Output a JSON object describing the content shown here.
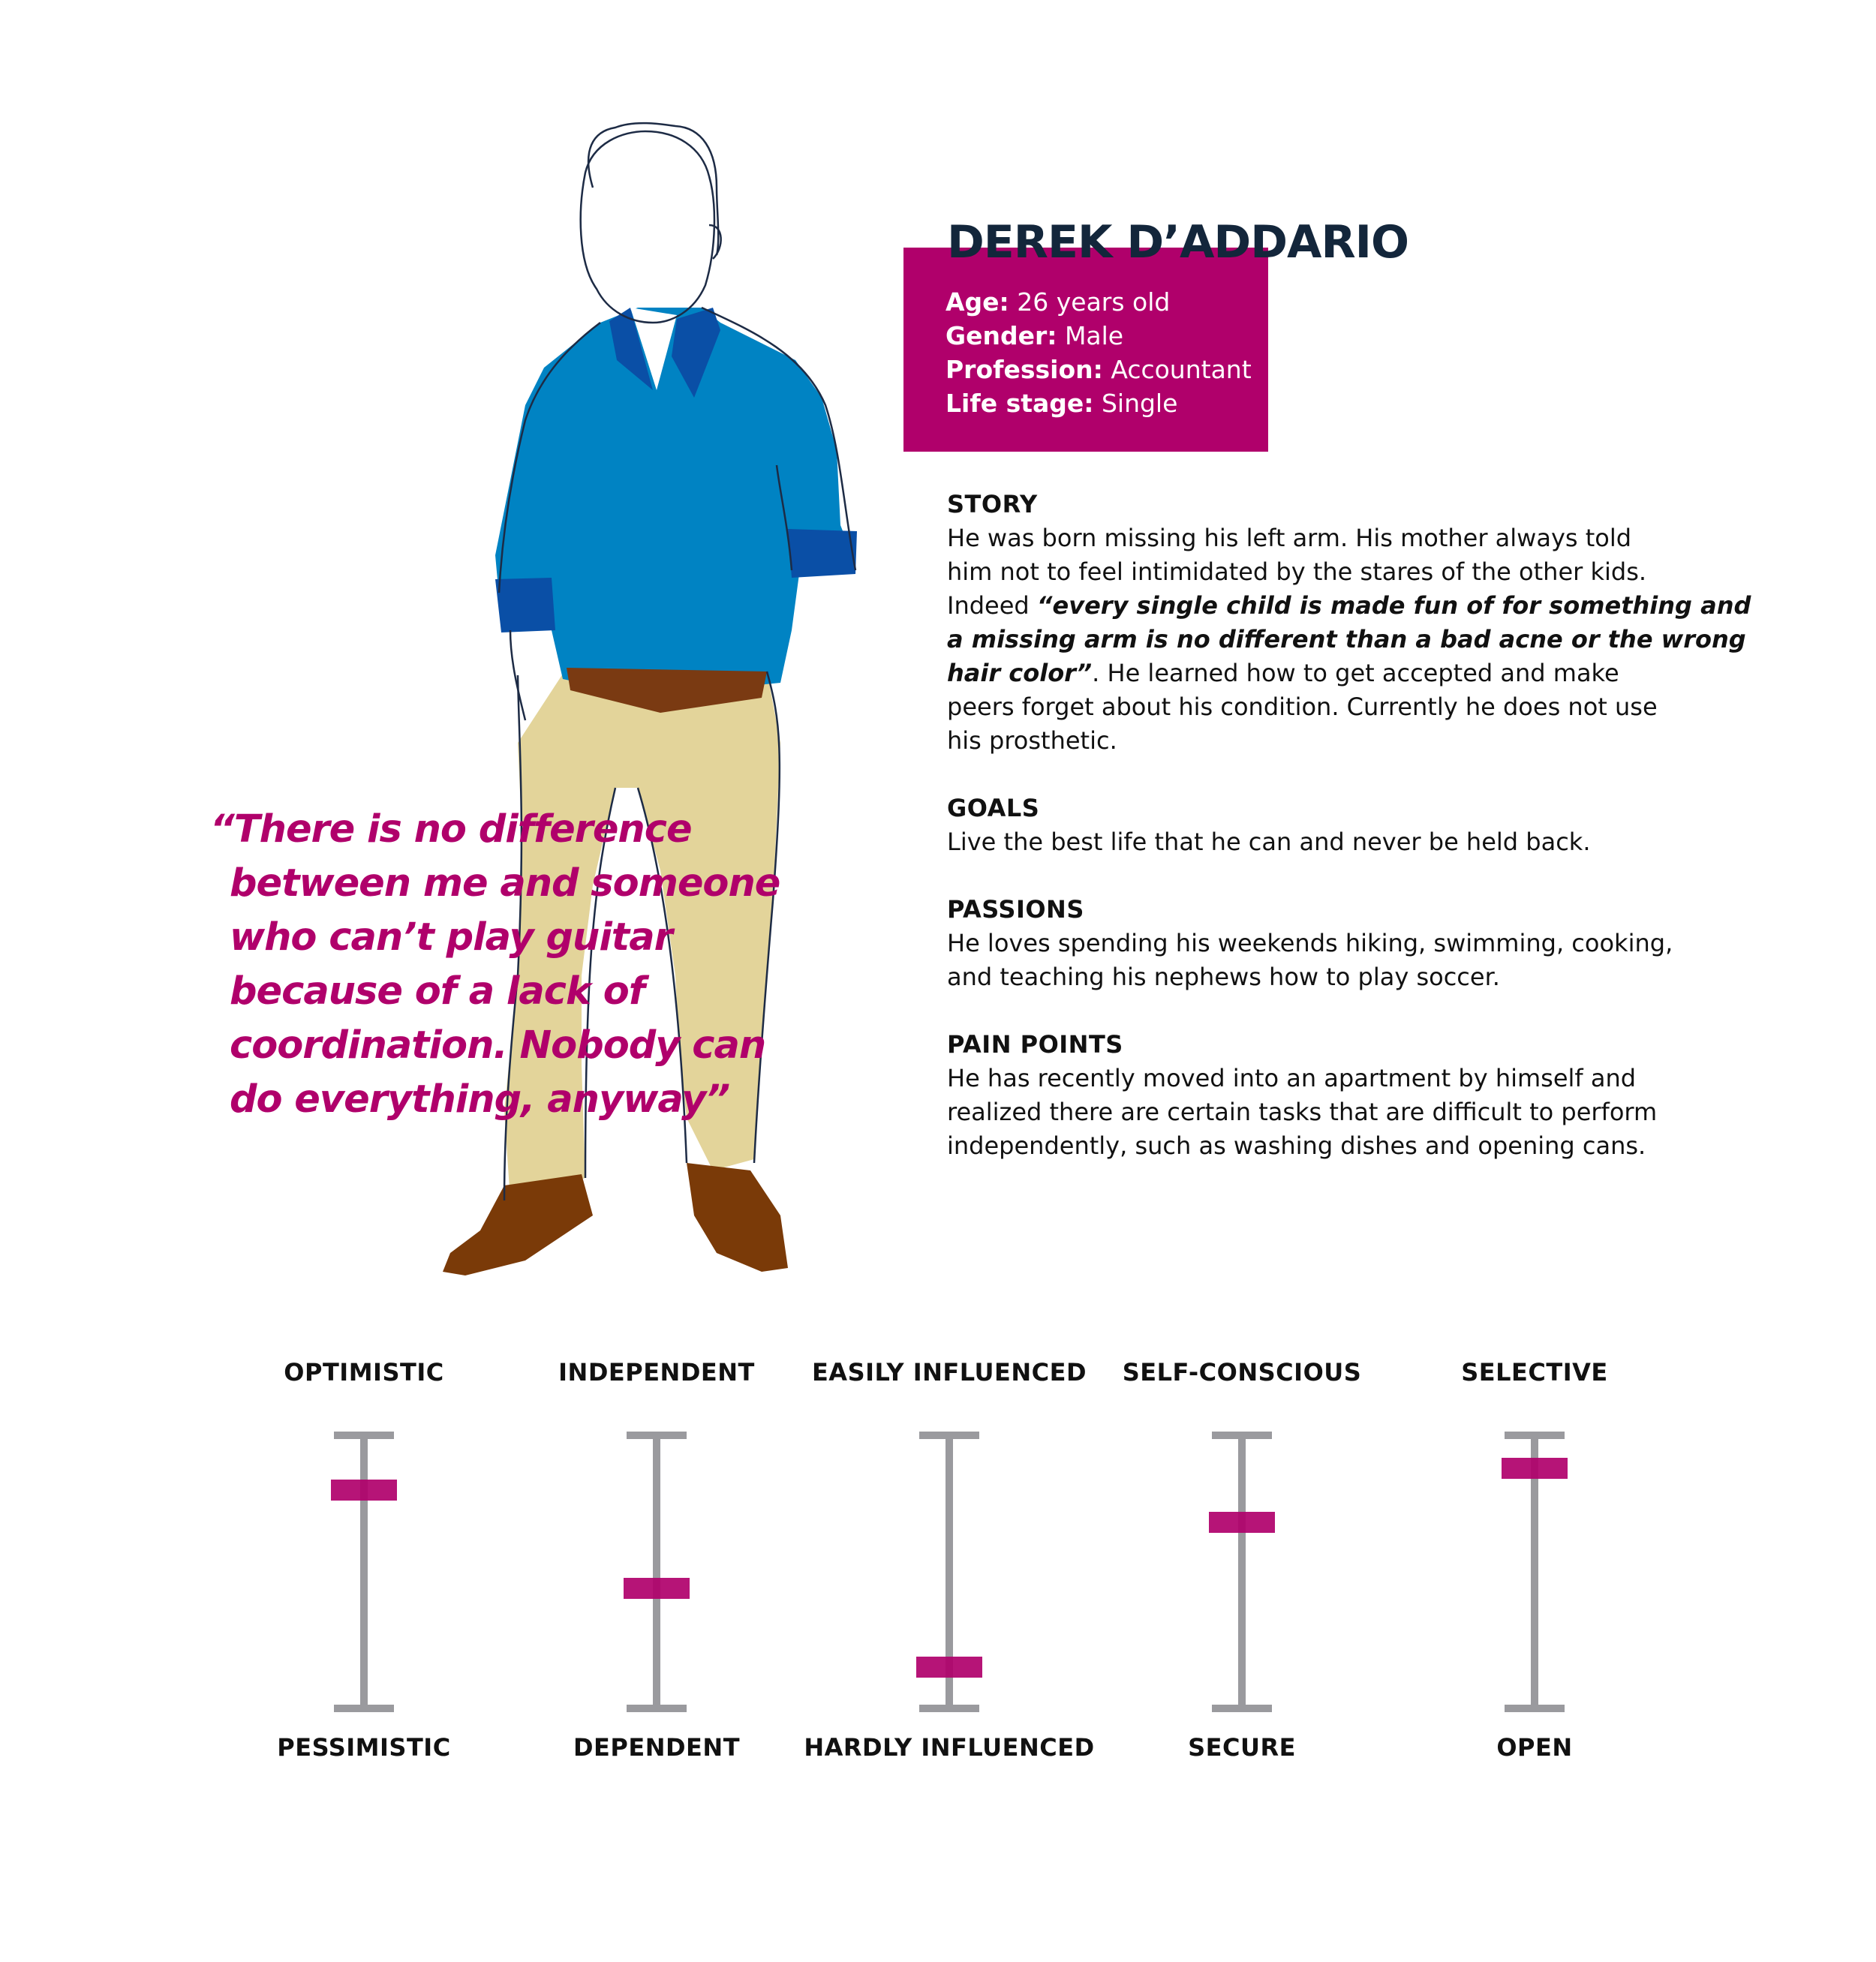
{
  "persona": {
    "name": "DEREK D’ADDARIO",
    "info": [
      {
        "label": "Age:",
        "value": "26 years old"
      },
      {
        "label": "Gender:",
        "value": "Male"
      },
      {
        "label": "Profession:",
        "value": "Accountant"
      },
      {
        "label": "Life stage:",
        "value": "Single"
      }
    ]
  },
  "quote": {
    "lines": [
      "“There is no difference",
      "between me and someone",
      "who can’t play guitar",
      "because of a lack of",
      "coordination. Nobody can",
      "do everything, anyway”"
    ]
  },
  "story": {
    "title": "STORY",
    "line1": "He was born missing his left arm. His mother always told",
    "line2": "him not to feel intimidated by the stares of the other kids.",
    "line3_a": "Indeed ",
    "line3_b": "“every single child is made fun of for something and",
    "line4": "a missing arm is no different than a bad acne or the wrong",
    "line5_a": "hair color”",
    "line5_b": ". He learned how to get accepted and make",
    "line6": "peers forget about his condition. Currently he does not use",
    "line7": "his prosthetic."
  },
  "goals": {
    "title": "GOALS",
    "line1": "Live the best life that he can and never be held back."
  },
  "passions": {
    "title": "PASSIONS",
    "line1": "He loves spending his weekends hiking, swimming, cooking,",
    "line2": "and teaching his nephews how to play soccer."
  },
  "pain_points": {
    "title": "PAIN POINTS",
    "line1": "He has recently moved into an apartment by himself and",
    "line2": "realized there are certain tasks that are difficult to perform",
    "line3": "independently, such as washing dishes and opening cans."
  },
  "scales": [
    {
      "top": "OPTIMISTIC",
      "bottom": "PESSIMISTIC",
      "level": 0.8
    },
    {
      "top": "INDEPENDENT",
      "bottom": "DEPENDENT",
      "level": 0.44
    },
    {
      "top": "EASILY INFLUENCED",
      "bottom": "HARDLY INFLUENCED",
      "level": 0.15
    },
    {
      "top": "SELF-CONSCIOUS",
      "bottom": "SECURE",
      "level": 0.68
    },
    {
      "top": "SELECTIVE",
      "bottom": "OPEN",
      "level": 0.88
    }
  ],
  "colors": {
    "accent": "#b0006b",
    "name_text": "#13263b",
    "shirt": "#0083c3",
    "shirt_dark": "#0a4fa6",
    "pants": "#e3d49a",
    "belt": "#7a3a12",
    "shoes": "#7a3a08",
    "scale_bar": "#9a9a9e"
  }
}
